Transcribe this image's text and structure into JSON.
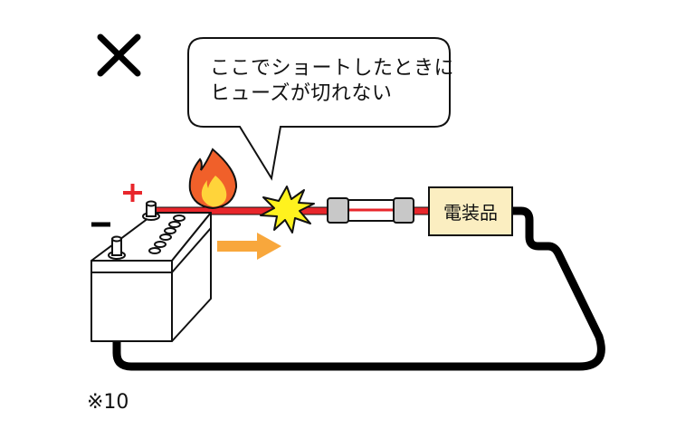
{
  "mark": {
    "symbol": "×",
    "meaning": "incorrect"
  },
  "speech_bubble": {
    "line1": "ここでショートしたときに",
    "line2": "ヒューズが切れない"
  },
  "battery": {
    "plus_label": "+",
    "minus_label": "−"
  },
  "device": {
    "label": "電装品"
  },
  "note": "※10",
  "colors": {
    "positive_wire": "#e8262b",
    "ground_wire": "#000000",
    "flame_outer": "#f0602a",
    "flame_inner": "#ffd43a",
    "spark": "#fff21e",
    "current_arrow": "#f8a73c",
    "fuse_cap": "#c8c8c8",
    "device_fill": "#fbeec1",
    "plus_sign": "#e8262b"
  }
}
